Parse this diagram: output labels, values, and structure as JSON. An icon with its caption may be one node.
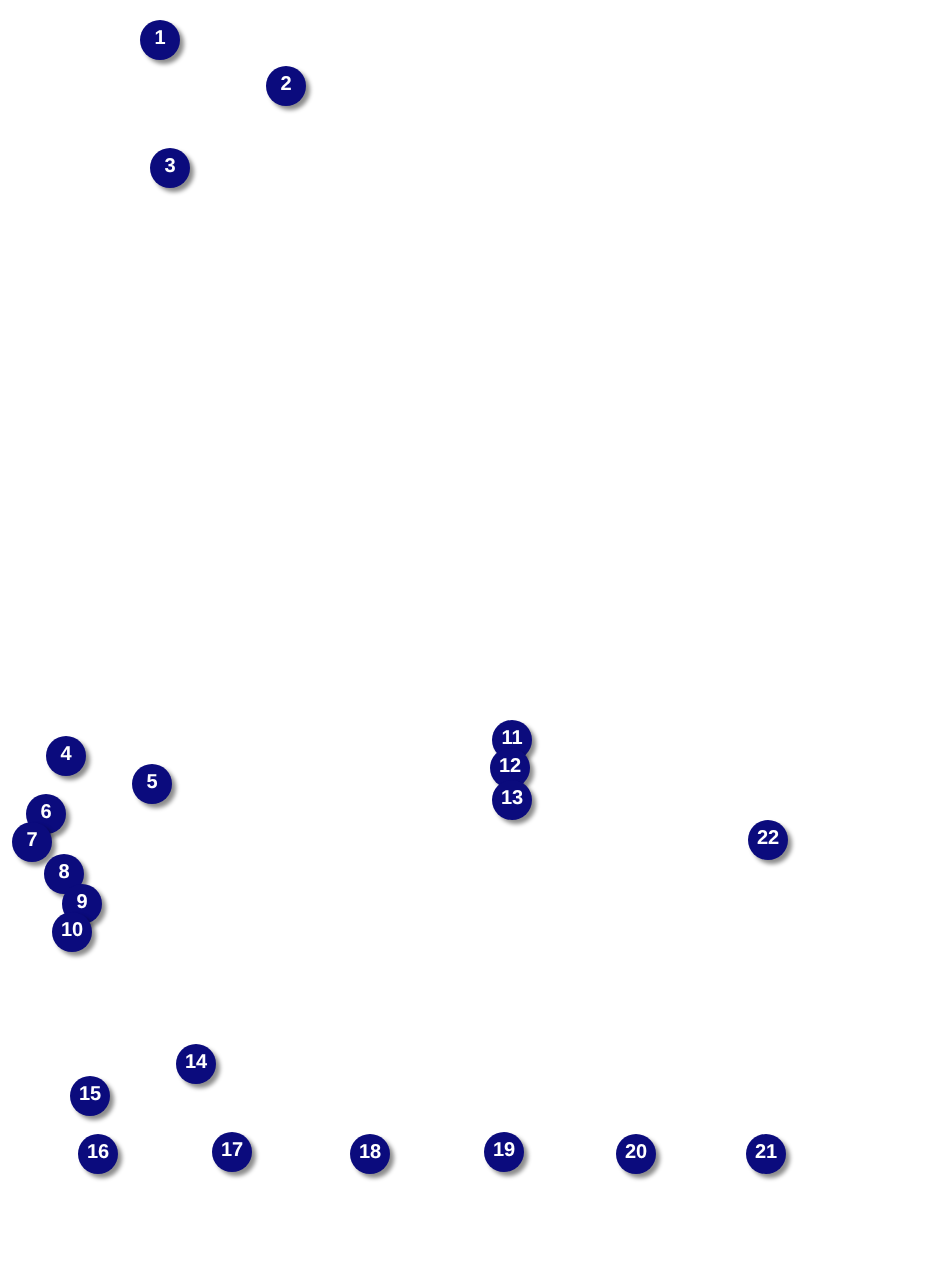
{
  "diagram": {
    "labels": [
      "1",
      "2",
      "3",
      "4",
      "5",
      "6",
      "7",
      "8",
      "9",
      "10",
      "11",
      "12",
      "13",
      "14",
      "15",
      "16",
      "17",
      "18",
      "19",
      "20",
      "21",
      "22"
    ]
  }
}
